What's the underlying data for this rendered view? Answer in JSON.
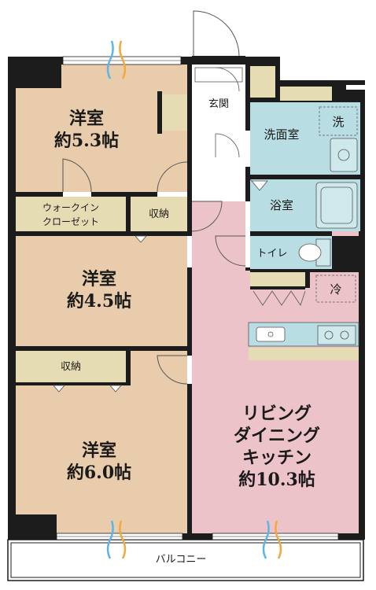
{
  "rooms": {
    "western_room_1": {
      "name": "洋室",
      "size": "約5.3帖"
    },
    "western_room_2": {
      "name": "洋室",
      "size": "約4.5帖"
    },
    "western_room_3": {
      "name": "洋室",
      "size": "約6.0帖"
    },
    "ldk": {
      "line1": "リビング",
      "line2": "ダイニング",
      "line3": "キッチン",
      "size": "約10.3帖"
    }
  },
  "labels": {
    "entrance": "玄関",
    "washroom": "洗面室",
    "washing_machine": "洗",
    "bathroom": "浴室",
    "toilet": "トイレ",
    "refrigerator": "冷",
    "walk_in_closet_line1": "ウォークイン",
    "walk_in_closet_line2": "クローゼット",
    "storage_1": "収納",
    "storage_2": "収納",
    "balcony": "バルコニー"
  },
  "colors": {
    "wall": "#1c1c1c",
    "western_room": "#e8ccab",
    "ldk": "#ecc3c9",
    "wet_area": "#b8dde2",
    "storage": "#e6dcb4",
    "floor_white": "#ffffff",
    "window_blue": "#5fb4e6",
    "window_orange": "#f2a83a"
  }
}
